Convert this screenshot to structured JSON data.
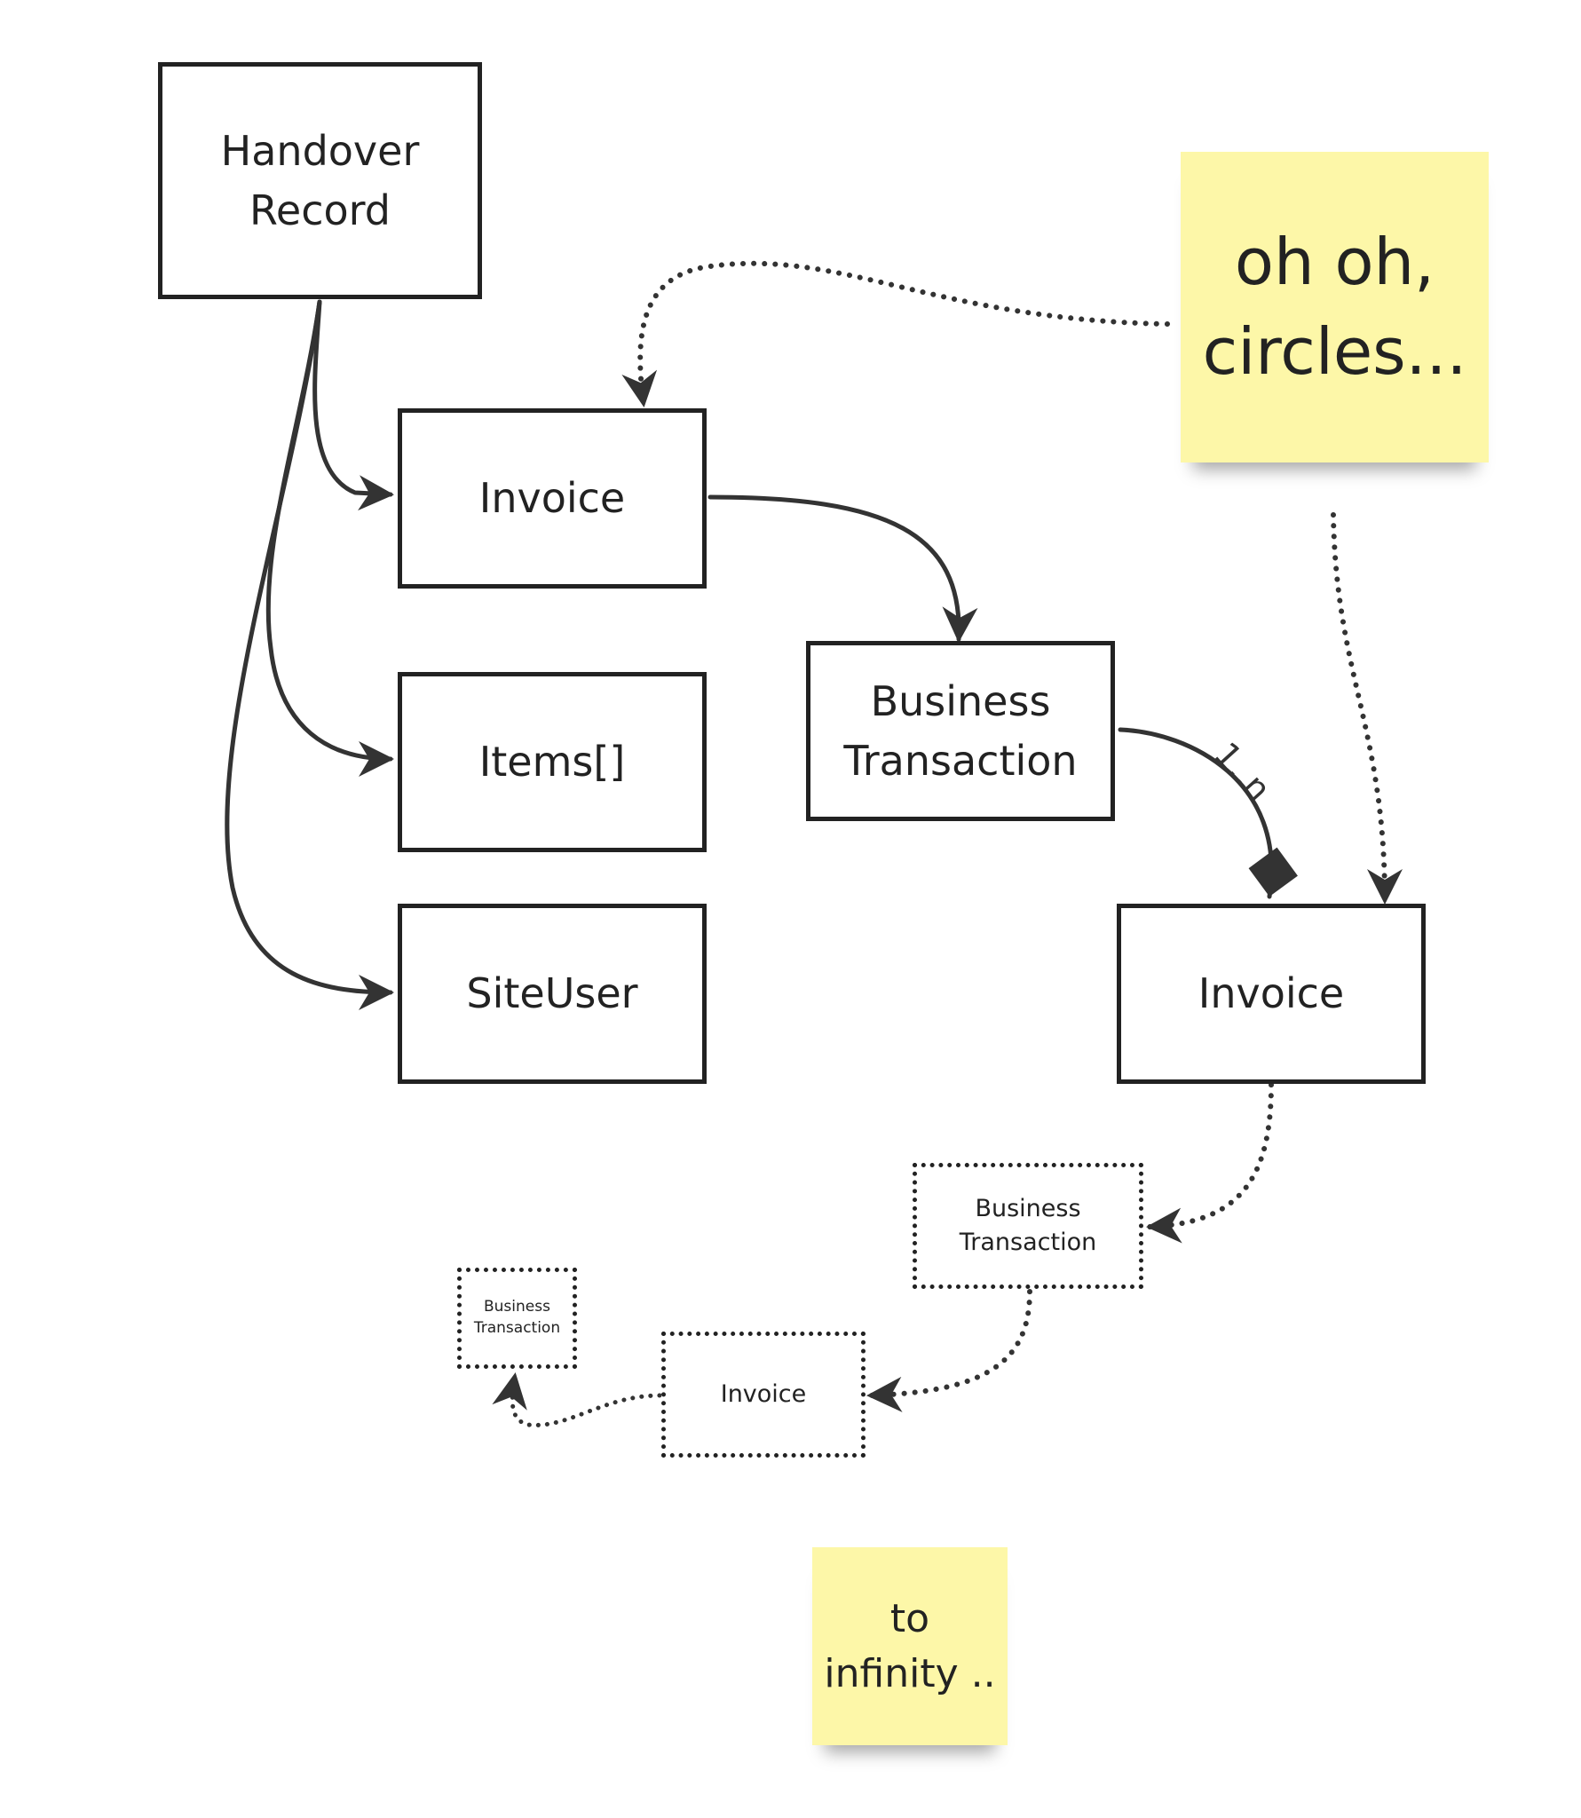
{
  "nodes": {
    "handover_record": {
      "label": "Handover\nRecord"
    },
    "invoice_main": {
      "label": "Invoice"
    },
    "items": {
      "label": "Items[]"
    },
    "site_user": {
      "label": "SiteUser"
    },
    "business_transaction_main": {
      "label": "Business\nTransaction"
    },
    "invoice_second": {
      "label": "Invoice"
    },
    "business_transaction_level2": {
      "label": "Business\nTransaction"
    },
    "invoice_level3": {
      "label": "Invoice"
    },
    "business_transaction_level4": {
      "label": "Business\nTransaction"
    }
  },
  "stickies": {
    "circles_note": {
      "text": "oh oh,\ncircles...",
      "color": "#fdf7a8"
    },
    "infinity_note": {
      "text": "to\ninfinity ..",
      "color": "#fdf7a8"
    }
  },
  "edges": {
    "multiplicity_label": "1..n"
  },
  "colors": {
    "stroke": "#222222",
    "sticky_yellow": "#fdf7a8"
  }
}
